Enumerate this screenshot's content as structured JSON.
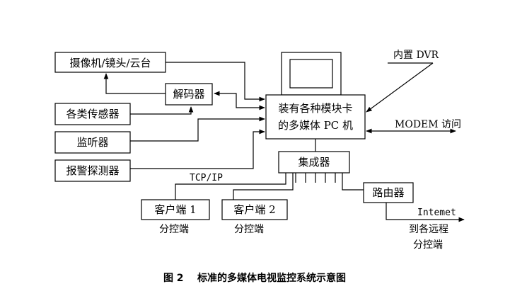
{
  "caption": "图 2    标准的多媒体电视监控系统示意图",
  "nodes": {
    "camera": "摄像机/镜头/云台",
    "decoder": "解码器",
    "sensors": "各类传感器",
    "monitor_listen": "监听器",
    "alarm_detector": "报警探测器",
    "pc_line1": "装有各种模块卡",
    "pc_line2": "的多媒体 PC 机",
    "builtin_dvr": "内置 DVR",
    "modem": "MODEM 访问",
    "integrator": "集成器",
    "router": "路由器",
    "client1": "客户端 1",
    "client1_sub": "分控端",
    "client2": "客户端 2",
    "client2_sub": "分控端",
    "tcpip": "TCP/IP",
    "internet": "Intemet",
    "remote_line1": "到各远程",
    "remote_line2": "分控端"
  }
}
